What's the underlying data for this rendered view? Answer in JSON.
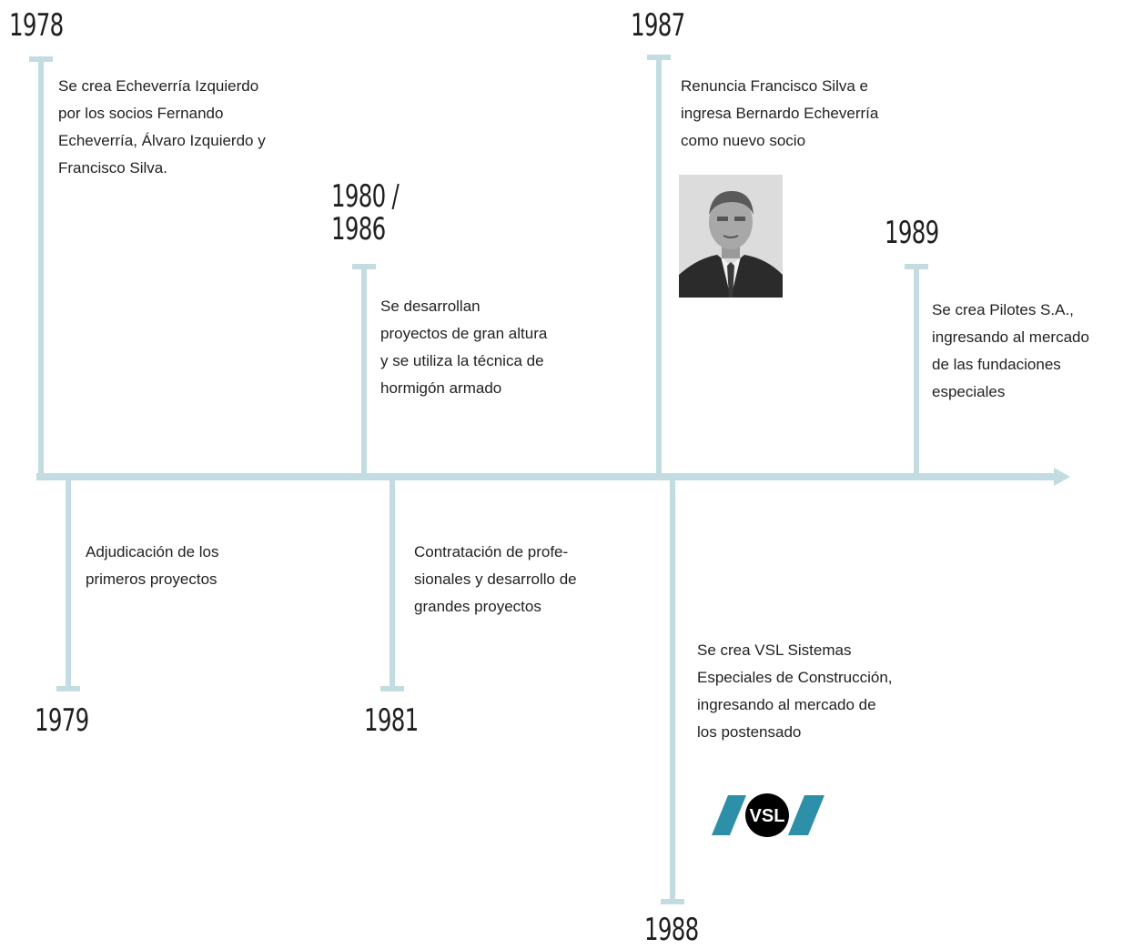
{
  "colors": {
    "line": "#c3dce2",
    "logo_accent": "#2e8fa8",
    "logo_circle": "#000000"
  },
  "events": {
    "y1978": {
      "year": "1978",
      "text": "Se crea Echeverría Izquierdo\npor los socios Fernando\nEcheverría, Álvaro Izquierdo y\nFrancisco Silva."
    },
    "y1979": {
      "year": "1979",
      "text": "Adjudicación de los\nprimeros proyectos"
    },
    "y1980": {
      "year": "1980 /\n1986",
      "text": "Se desarrollan\nproyectos de gran altura\ny se utiliza la técnica de\nhormigón armado"
    },
    "y1981": {
      "year": "1981",
      "text": "Contratación de profe-\nsionales y desarrollo de\ngrandes proyectos"
    },
    "y1987": {
      "year": "1987",
      "text": "Renuncia Francisco Silva e\ningresa Bernardo Echeverría\ncomo nuevo socio"
    },
    "y1988": {
      "year": "1988",
      "text": "Se crea VSL Sistemas\nEspeciales de Construcción,\ningresando al mercado de\nlos postensado"
    },
    "y1989": {
      "year": "1989",
      "text": "Se crea Pilotes S.A.,\ningresando al mercado\nde las fundaciones\nespeciales"
    }
  },
  "logo": {
    "text": "VSL"
  },
  "photo": {
    "icon": "portrait-photo"
  }
}
